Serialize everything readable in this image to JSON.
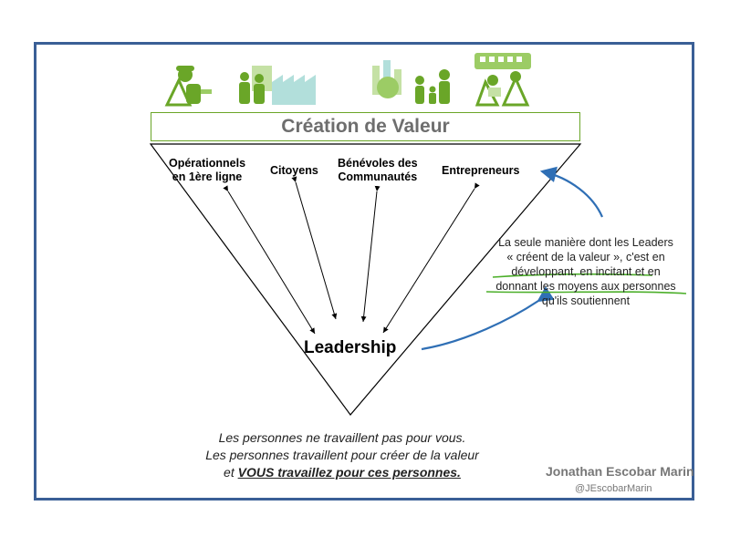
{
  "title": "Création de Valeur",
  "groups": [
    {
      "line1": "Opérationnels",
      "line2": "en 1ère ligne"
    },
    {
      "line1": "Citoyens",
      "line2": ""
    },
    {
      "line1": "Bénévoles des",
      "line2": "Communautés"
    },
    {
      "line1": "Entrepreneurs",
      "line2": ""
    }
  ],
  "center_label": "Leadership",
  "note": {
    "line1": "La seule manière dont les Leaders",
    "line2": "« créent de la valeur », c'est en",
    "line3": "développant, en incitant et en",
    "line4": "donnant les moyens aux personnes",
    "line5": "qu'ils soutiennent"
  },
  "bottom": {
    "line1": "Les personnes ne travaillent pas pour vous.",
    "line2": "Les personnes travaillent pour créer de la valeur",
    "line3_prefix": "et ",
    "line3_emphasis": "VOUS travaillez pour ces personnes."
  },
  "author": "Jonathan Escobar Marin",
  "handle": "@JEscobarMarin",
  "colors": {
    "frame": "#3a5f96",
    "icon_green": "#6aa628",
    "icon_light": "#9ccc65",
    "annotation_blue": "#2f6fb5",
    "highlight_green": "#4caf2a"
  },
  "icons": [
    "engineer-icon",
    "factory-workers-icon",
    "family-city-icon",
    "train-people-icon"
  ]
}
